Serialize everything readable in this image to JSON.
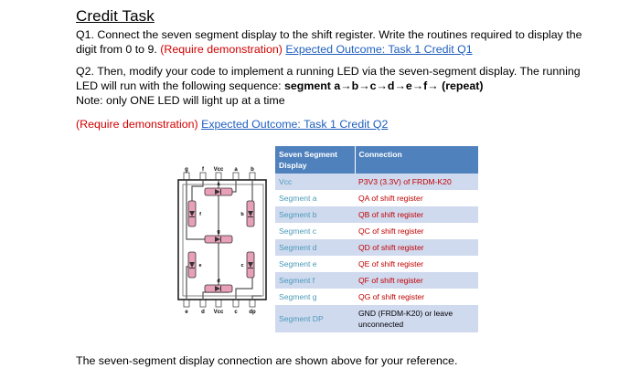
{
  "title": "Credit Task",
  "q1": {
    "text": "Q1. Connect the seven segment display to the shift register. Write the routines required to display the digit from 0 to 9. ",
    "req": "(Require demonstration)",
    "link": "Expected Outcome: Task 1 Credit Q1"
  },
  "q2": {
    "text": "Q2. Then, modify your code to implement a running LED via the seven-segment display. The running LED will run with the following sequence: ",
    "sequence": "segment a→b→c→d→e→f→ (repeat)",
    "note": "Note: only ONE LED will light up at a time"
  },
  "demo": {
    "req": "(Require demonstration)",
    "link": "Expected Outcome: Task 1 Credit Q2"
  },
  "diagram_labels": {
    "top_pins": [
      "g",
      "f",
      "Vcc",
      "a",
      "b"
    ],
    "bottom_pins": [
      "e",
      "d",
      "Vcc",
      "c",
      "dp"
    ],
    "segments": [
      "a",
      "f",
      "b",
      "g",
      "e",
      "c",
      "d"
    ]
  },
  "table": {
    "headers": [
      "Seven Segment Display",
      "Connection"
    ],
    "rows": [
      [
        "Vcc",
        "P3V3 (3.3V) of FRDM-K20"
      ],
      [
        "Segment a",
        "QA of shift register"
      ],
      [
        "Segment b",
        "QB of shift register"
      ],
      [
        "Segment c",
        "QC of shift register"
      ],
      [
        "Segment d",
        "QD of shift register"
      ],
      [
        "Segment e",
        "QE of shift register"
      ],
      [
        "Segment f",
        "QF of shift register"
      ],
      [
        "Segment g",
        "QG of shift register"
      ],
      [
        "Segment DP",
        "GND (FRDM-K20) or leave unconnected"
      ]
    ]
  },
  "footer": "The seven-segment display connection are shown above for your reference.",
  "colors": {
    "red": "#d10000",
    "link": "#1f5fbf",
    "table_header": "#4f81bd",
    "table_band": "#d0daef",
    "segment_pink": "#e8a0b8"
  }
}
